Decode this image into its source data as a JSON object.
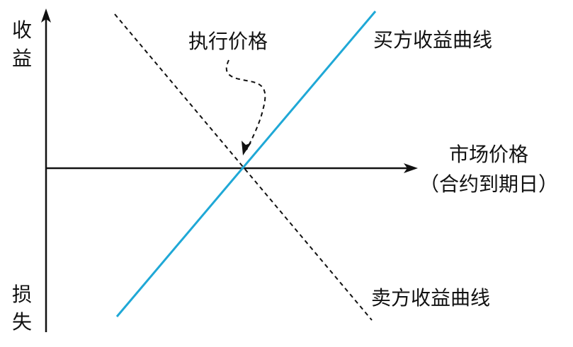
{
  "labels": {
    "y_axis_top_line1": "收",
    "y_axis_top_line2": "益",
    "y_axis_bottom_line1": "损",
    "y_axis_bottom_line2": "失",
    "x_axis_line1": "市场价格",
    "x_axis_line2": "（合约到期日）",
    "strike_price": "执行价格",
    "buyer_curve": "买方收益曲线",
    "seller_curve": "卖方收益曲线"
  },
  "colors": {
    "axis": "#111111",
    "buyer_curve": "#1fa8d6",
    "seller_curve": "#111111",
    "text": "#111111"
  },
  "line_styles": {
    "buyer_curve": "solid",
    "seller_curve": "dashed",
    "strike_pointer": "dashed-arrow"
  }
}
